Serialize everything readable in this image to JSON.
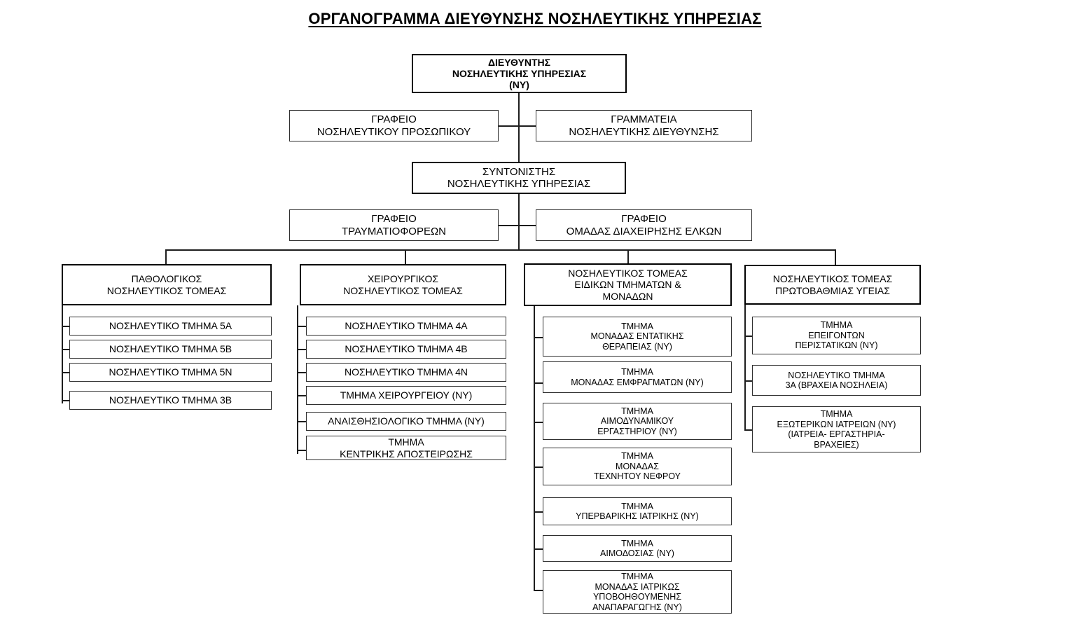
{
  "title": "ΟΡΓΑΝΟΓΡΑΜΜΑ ΔΙΕΥΘΥΝΣΗΣ ΝΟΣΗΛΕΥΤΙΚΗΣ ΥΠΗΡΕΣΙΑΣ",
  "nodes": {
    "director": "ΔΙΕΥΘΥΝΤΗΣ\nΝΟΣΗΛΕΥΤΙΚΗΣ ΥΠΗΡΕΣΙΑΣ\n(ΝΥ)",
    "office_personnel": "ΓΡΑΦΕΙΟ\nΝΟΣΗΛΕΥΤΙΚΟΥ ΠΡΟΣΩΠΙΚΟΥ",
    "secretariat": "ΓΡΑΜΜΑΤΕΙΑ\nΝΟΣΗΛΕΥΤΙΚΗΣ ΔΙΕΥΘΥΝΣΗΣ",
    "coordinator": "ΣΥΝΤΟΝΙΣΤΗΣ\nΝΟΣΗΛΕΥΤΙΚΗΣ ΥΠΗΡΕΣΙΑΣ",
    "office_stretcher": "ΓΡΑΦΕΙΟ\nΤΡΑΥΜΑΤΙΟΦΟΡΕΩΝ",
    "office_wounds": "ΓΡΑΦΕΙΟ\nΟΜΑΔΑΣ ΔΙΑΧΕΙΡΗΣΗΣ ΕΛΚΩΝ"
  },
  "sectors": [
    {
      "id": "pathology",
      "header": "ΠΑΘΟΛΟΓΙΚΟΣ\nΝΟΣΗΛΕΥΤΙΚΟΣ ΤΟΜΕΑΣ",
      "children": [
        "ΝΟΣΗΛΕΥΤΙΚΟ ΤΜΗΜΑ 5Α",
        "ΝΟΣΗΛΕΥΤΙΚΟ ΤΜΗΜΑ 5Β",
        "ΝΟΣΗΛΕΥΤΙΚΟ ΤΜΗΜΑ  5Ν",
        "ΝΟΣΗΛΕΥΤΙΚΟ ΤΜΗΜΑ  3Β"
      ]
    },
    {
      "id": "surgical",
      "header": "ΧΕΙΡΟΥΡΓΙΚΟΣ\nΝΟΣΗΛΕΥΤΙΚΟΣ ΤΟΜΕΑΣ",
      "children": [
        "ΝΟΣΗΛΕΥΤΙΚΟ ΤΜΗΜΑ  4Α",
        "ΝΟΣΗΛΕΥΤΙΚΟ ΤΜΗΜΑ 4Β",
        "ΝΟΣΗΛΕΥΤΙΚΟ ΤΜΗΜΑ 4Ν",
        "ΤΜΗΜΑ ΧΕΙΡΟΥΡΓΕΙΟΥ (ΝΥ)",
        "ΑΝΑΙΣΘΗΣΙΟΛΟΓΙΚΟ ΤΜΗΜΑ (ΝΥ)",
        "ΤΜΗΜΑ\nΚΕΝΤΡΙΚΗΣ ΑΠΟΣΤΕΙΡΩΣΗΣ"
      ]
    },
    {
      "id": "special-units",
      "header": "ΝΟΣΗΛΕΥΤΙΚΟΣ ΤΟΜΕΑΣ\nΕΙΔΙΚΩΝ ΤΜΗΜΑΤΩΝ &\nΜΟΝΑΔΩΝ",
      "children": [
        "ΤΜΗΜΑ\nΜΟΝΑΔΑΣ ΕΝΤΑΤΙΚΗΣ\nΘΕΡΑΠΕΙΑΣ (ΝΥ)",
        "ΤΜΗΜΑ\nΜΟΝΑΔΑΣ ΕΜΦΡΑΓΜΑΤΩΝ (ΝΥ)",
        "ΤΜΗΜΑ\nΑΙΜΟΔΥΝΑΜΙΚΟΥ\nΕΡΓΑΣΤΗΡΙΟΥ (ΝΥ)",
        "ΤΜΗΜΑ\nΜΟΝΑΔΑΣ\nΤΕΧΝΗΤΟΥ ΝΕΦΡΟΥ",
        "ΤΜΗΜΑ\nΥΠΕΡΒΑΡΙΚΗΣ ΙΑΤΡΙΚΗΣ (ΝΥ)",
        "ΤΜΗΜΑ\nΑΙΜΟΔΟΣΙΑΣ (ΝΥ)",
        "ΤΜΗΜΑ\nΜΟΝΑΔΑΣ ΙΑΤΡΙΚΩΣ\nΥΠΟΒΟΗΘΟΥΜΕΝΗΣ\nΑΝΑΠΑΡΑΓΩΓΗΣ (ΝΥ)"
      ]
    },
    {
      "id": "primary-care",
      "header": "ΝΟΣΗΛΕΥΤΙΚΟΣ ΤΟΜΕΑΣ\nΠΡΩΤΟΒΑΘΜΙΑΣ ΥΓΕΙΑΣ",
      "children": [
        "ΤΜΗΜΑ\nΕΠΕΙΓΟΝΤΩΝ\nΠΕΡΙΣΤΑΤΙΚΩΝ (ΝΥ)",
        "ΝΟΣΗΛΕΥΤΙΚΟ ΤΜΗΜΑ\n3Α (ΒΡΑΧΕΙΑ ΝΟΣΗΛΕΙΑ)",
        "ΤΜΗΜΑ\nΕΞΩΤΕΡΙΚΩΝ ΙΑΤΡΕΙΩΝ (ΝΥ)\n(ΙΑΤΡΕΙΑ- ΕΡΓΑΣΤΗΡΙΑ-\nΒΡΑΧΕΙΕΣ)"
      ]
    }
  ],
  "colors": {
    "box_border": "#2f2f2f",
    "strong_border": "#000000",
    "line": "#1d1d1d",
    "background": "#ffffff",
    "text": "#000000"
  }
}
